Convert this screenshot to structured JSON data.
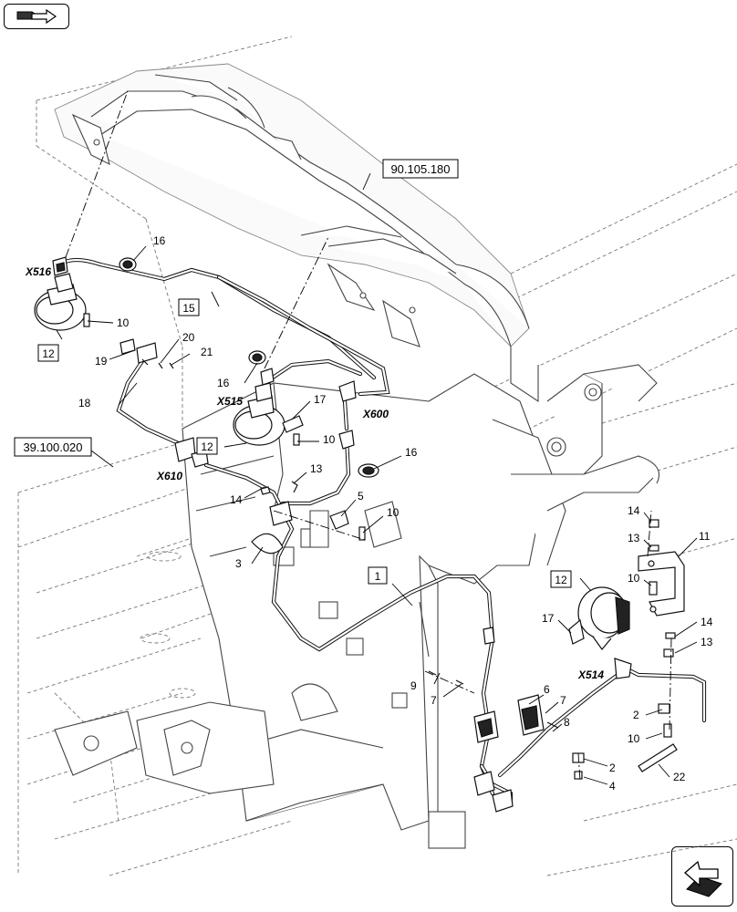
{
  "nav": {
    "top_icon": "book-arrow-icon",
    "bottom_icon": "back-arrow-icon"
  },
  "references": {
    "ref_top": "90.105.180",
    "ref_left": "39.100.020"
  },
  "connectors": {
    "x516": "X516",
    "x515": "X515",
    "x600": "X600",
    "x610": "X610",
    "x514": "X514"
  },
  "boxed_labels": {
    "b15": "15",
    "b12_a": "12",
    "b12_b": "12",
    "b1": "1",
    "b12_c": "12"
  },
  "labels": {
    "l16_a": "16",
    "l10_a": "10",
    "l19": "19",
    "l20": "20",
    "l21": "21",
    "l18": "18",
    "l16_b": "16",
    "l17_a": "17",
    "l10_b": "10",
    "l16_c": "16",
    "l13_a": "13",
    "l14_a": "14",
    "l5": "5",
    "l10_c": "10",
    "l3": "3",
    "l14_b": "14",
    "l13_b": "13",
    "l11": "11",
    "l10_d": "10",
    "l17_b": "17",
    "l14_c": "14",
    "l13_c": "13",
    "l9": "9",
    "l7_a": "7",
    "l6": "6",
    "l7_b": "7",
    "l8": "8",
    "l2_a": "2",
    "l10_e": "10",
    "l2_b": "2",
    "l22": "22",
    "l4": "4"
  }
}
